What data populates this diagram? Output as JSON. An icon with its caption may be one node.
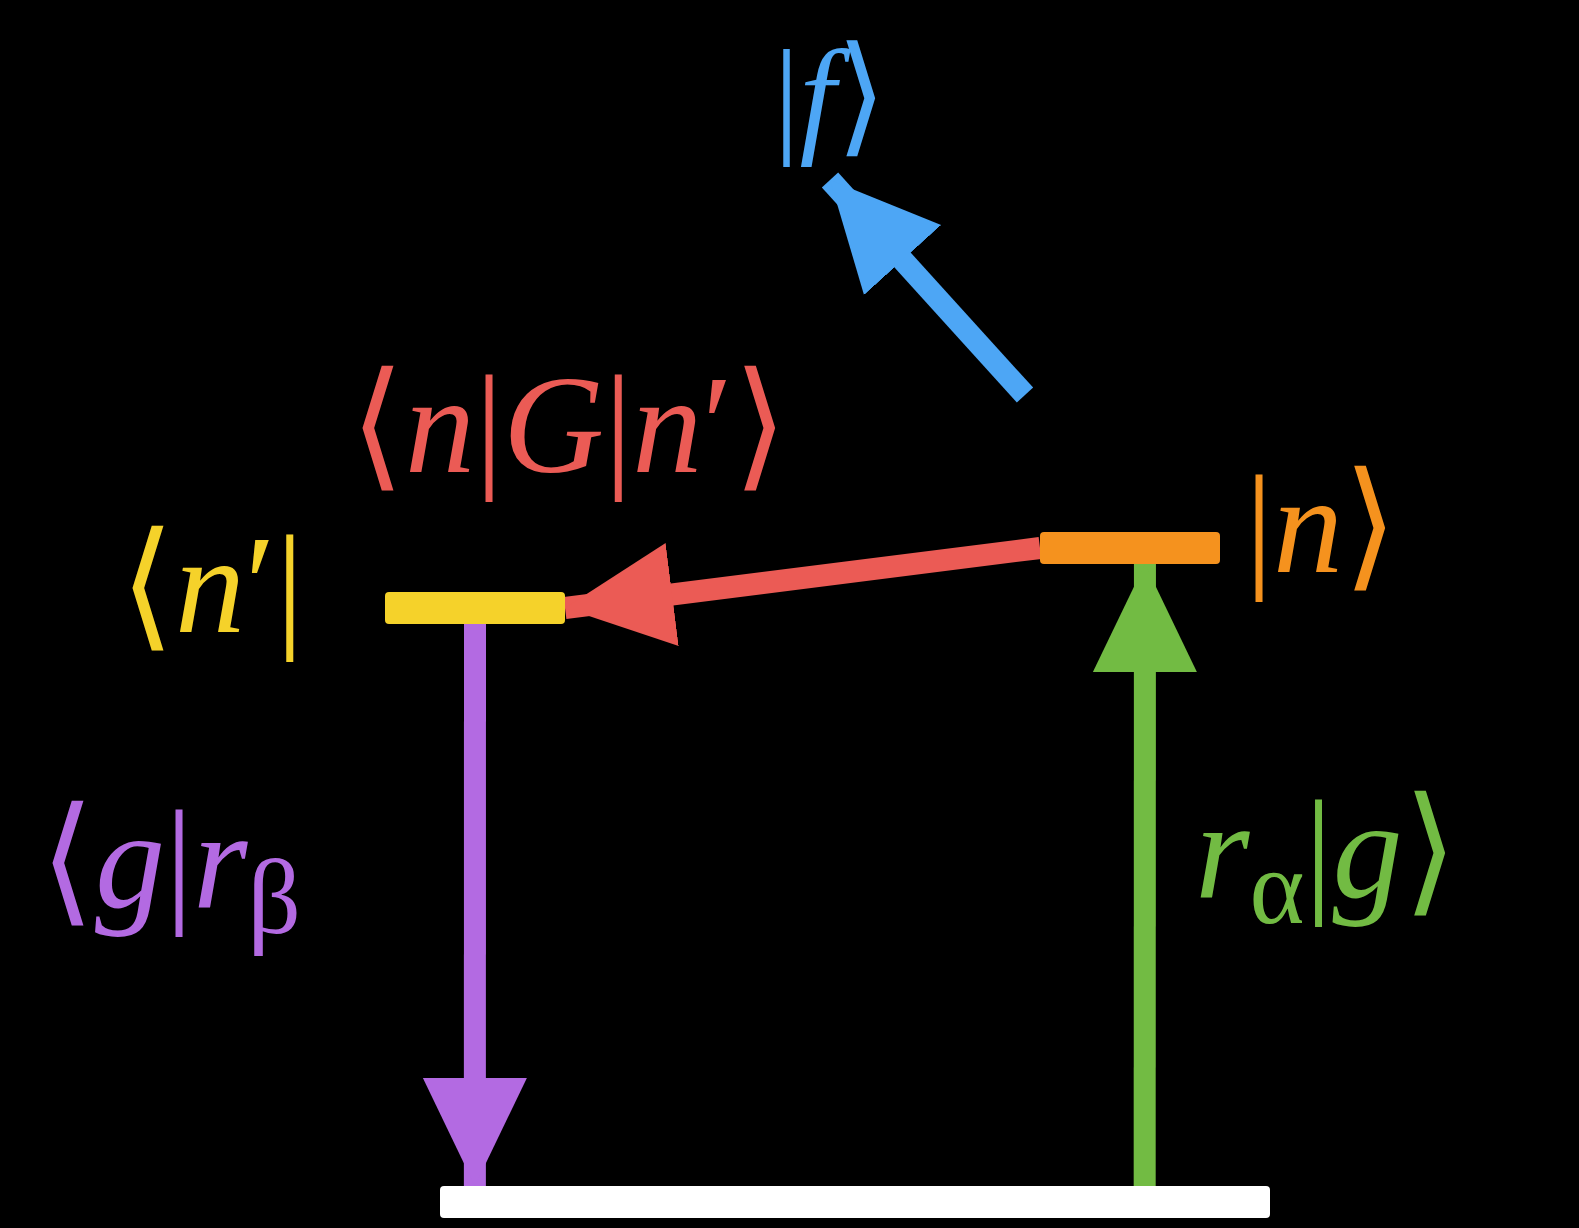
{
  "diagram": {
    "nodes": [
      {
        "text": [
          "|*f*⟩"
        ]
      },
      {
        "text": [],
        "shape": "bar",
        "beside": [
          "⟨*n*′|"
        ]
      },
      {
        "text": [],
        "shape": "bar",
        "beside": [
          "|*n*⟩"
        ]
      },
      {
        "text": [],
        "shape": "bar"
      }
    ],
    "edges": [
      {
        "from": null,
        "to": 0,
        "arrow": "to",
        "color": "#4da6f5"
      },
      {
        "from": 2,
        "to": 1,
        "arrow": "to",
        "label": "⟨*n*|*G*|*n*′⟩",
        "color": "#eb5b55"
      },
      {
        "from": 1,
        "to": 3,
        "arrow": "to",
        "label": "⟨*g*|*r*$_{β}$",
        "color": "#b36ae2"
      },
      {
        "from": 3,
        "to": 2,
        "arrow": "to",
        "label": "*r*$_{α}$|*g*⟩",
        "color": "#72bb43"
      }
    ]
  }
}
